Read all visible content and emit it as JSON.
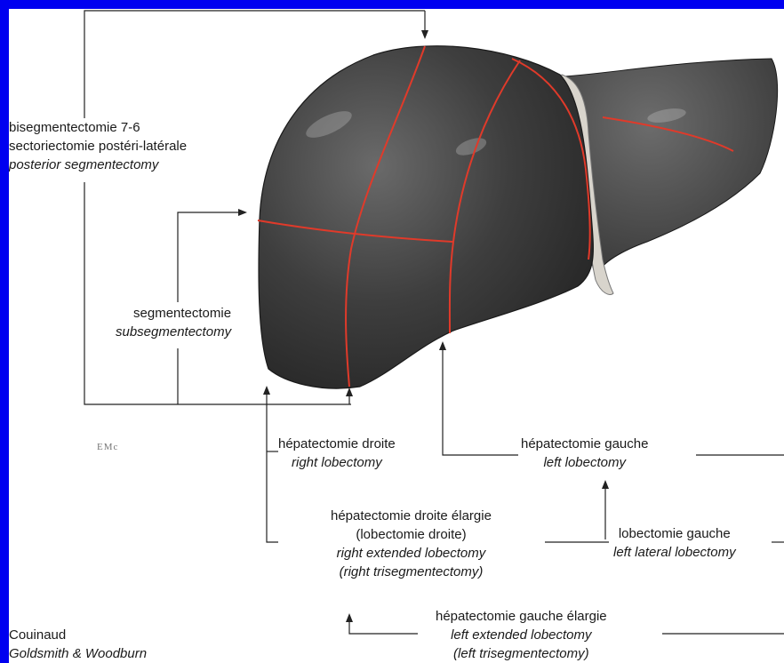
{
  "labels": {
    "posterior": {
      "fr1": "bisegmentectomie 7-6",
      "fr2": "sectoriectomie postéri-latérale",
      "en": "posterior segmentectomy"
    },
    "segment": {
      "fr": "segmentectomie",
      "en": "subsegmentectomy"
    },
    "right_lob": {
      "fr": "hépatectomie droite",
      "en": "right lobectomy"
    },
    "left_lob": {
      "fr": "hépatectomie gauche",
      "en": "left lobectomy"
    },
    "right_ext": {
      "fr1": "hépatectomie droite élargie",
      "fr2": "(lobectomie droite)",
      "en1": "right extended lobectomy",
      "en2": "(right trisegmentectomy)"
    },
    "left_lat": {
      "fr": "lobectomie gauche",
      "en": "left lateral lobectomy"
    },
    "left_ext": {
      "fr": "hépatectomie gauche élargie",
      "en1": "left extended lobectomy",
      "en2": "(left trisegmentectomy)"
    }
  },
  "emc_mark": "EMc",
  "credits": {
    "line1": "Couinaud",
    "line2": "Goldsmith & Woodburn"
  },
  "colors": {
    "frame": "#0000f0",
    "liver": "#3a3a3a",
    "resection_line": "#e03a2a",
    "leader_line": "#222222"
  }
}
